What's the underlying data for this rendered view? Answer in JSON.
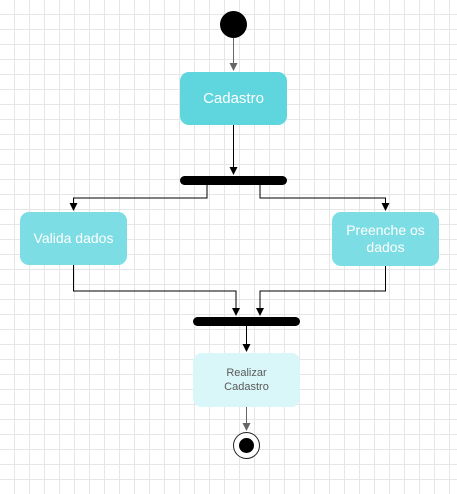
{
  "diagram": {
    "nodes": {
      "cadastro": "Cadastro",
      "valida": "Valida dados",
      "preenche": "Preenche os dados",
      "realizar_line1": "Realizar",
      "realizar_line2": "Cadastro"
    },
    "colors": {
      "action_primary": "#5fd6de",
      "action_secondary": "#7ddde4",
      "action_final": "#d9f6f8",
      "bar": "#000000",
      "edge": "#000000",
      "edge_grey": "#666666",
      "grid": "#e6e6e6"
    }
  }
}
